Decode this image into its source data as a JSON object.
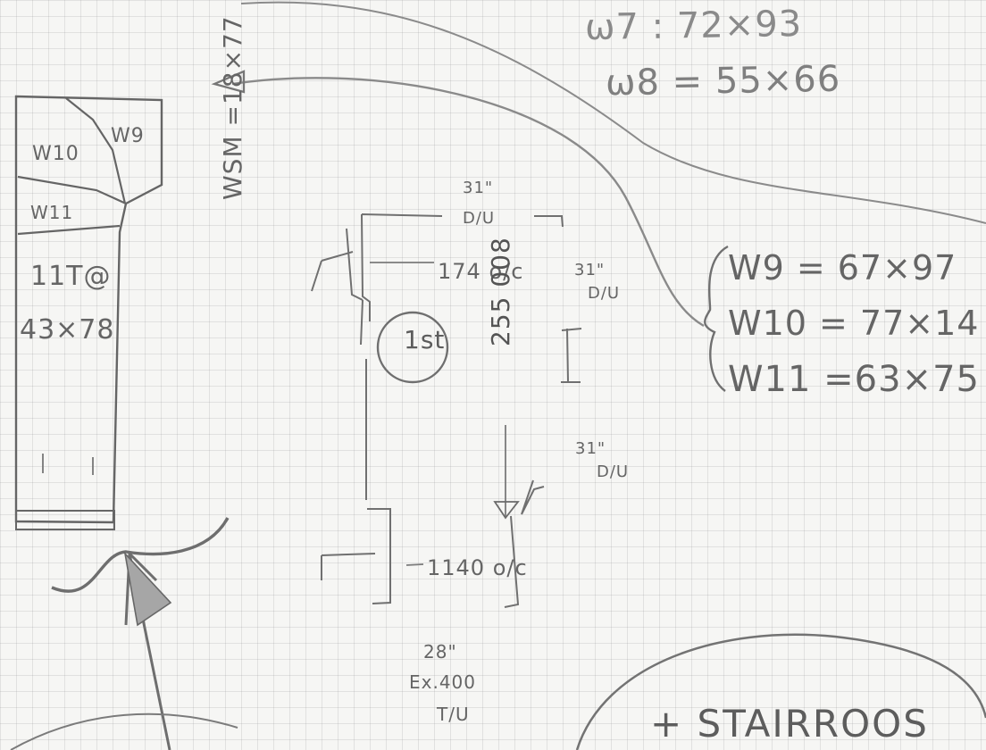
{
  "sketch": {
    "notes": {
      "w7": "ω7 : 72×93",
      "w8": "ω8 = 55×66",
      "w9": "W9 = 67×97",
      "w10": "W10 = 77×14",
      "w11": "W11 =63×75",
      "wsm": "WSM =18×77",
      "w174": "174 o/c",
      "n31a": "31\"",
      "du1": "D/U",
      "n31b": "31\"",
      "du2": "D/U",
      "n31c": "31\"",
      "du3": "D/U",
      "first": "1st",
      "vertical": "255 008",
      "n1140": "1140 o/c",
      "n28": "28\"",
      "ex": "Ex.400",
      "tu": "T/U",
      "stair": "+ STAIRROOS",
      "panel_w10": "W10",
      "panel_w9": "W9",
      "panel_w11": "W11",
      "panel_11t": "11T@",
      "panel_size": "43×78"
    }
  }
}
